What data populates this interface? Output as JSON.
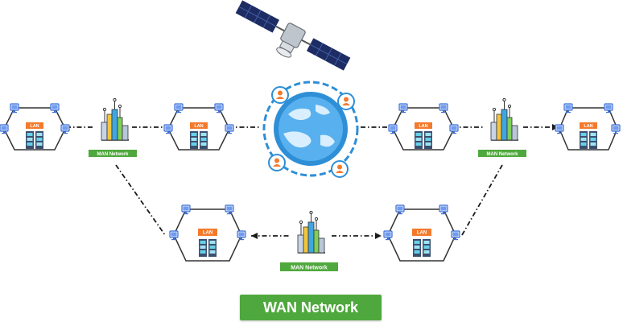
{
  "labels": {
    "lan": "LAN",
    "man_network": "MAN Network",
    "wan_network": "WAN Network"
  },
  "colors": {
    "lan_badge": "#f47a2b",
    "man_badge": "#4fa83d",
    "globe": "#2e8fd6",
    "globe_light": "#d9efff",
    "person_icon": "#f47a2b",
    "link_line": "#1a1a1a",
    "computer_screen": "#3b6fd6"
  },
  "icons": [
    "satellite-icon",
    "globe-icon",
    "city-icon",
    "computer-icon",
    "server-icon",
    "person-icon"
  ]
}
